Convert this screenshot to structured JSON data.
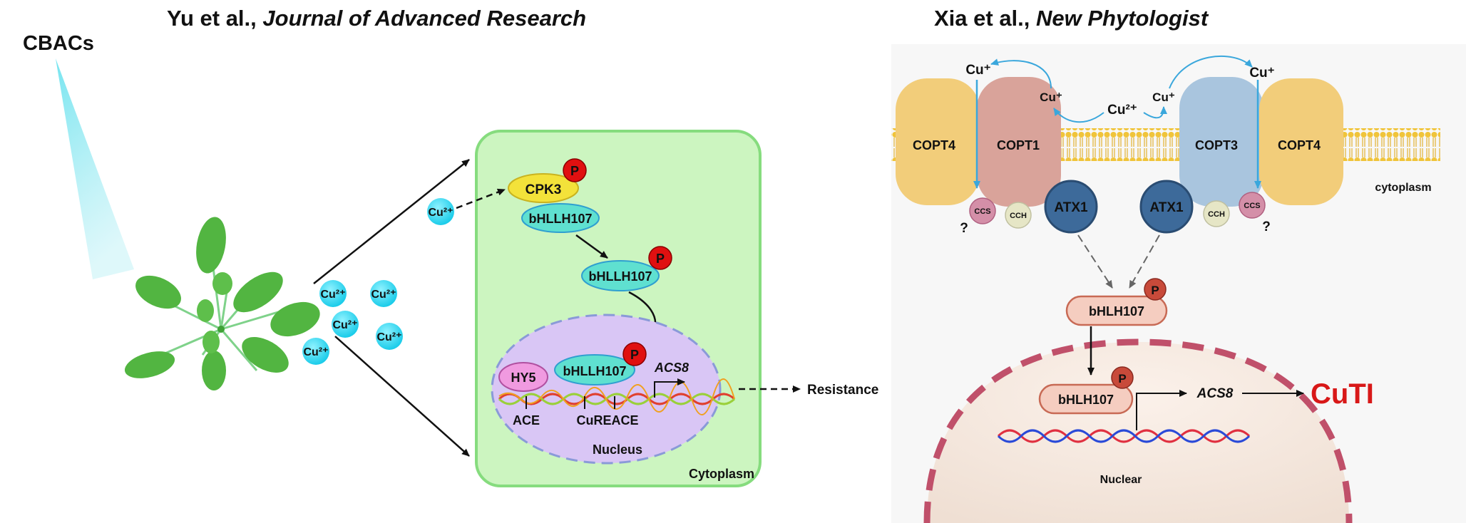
{
  "header_left": {
    "authors": "Yu et al., ",
    "journal": "Journal of Advanced Research"
  },
  "header_right": {
    "authors": "Xia et al., ",
    "journal": "New Phytologist"
  },
  "left_panel": {
    "light_label": "CBACs",
    "cu_ion": "Cu²⁺",
    "cpk3": "CPK3",
    "bhllh107": "bHLLH107",
    "hy5": "HY5",
    "acs8": "ACS8",
    "ace": "ACE",
    "curerace": "CuREACE",
    "nucleus": "Nucleus",
    "cytoplasm": "Cytoplasm",
    "resistance": "Resistance",
    "phospho": "P"
  },
  "right_panel": {
    "cu_plus": "Cu⁺",
    "cu2_plus": "Cu²⁺",
    "copt4": "COPT4",
    "copt1": "COPT1",
    "copt3": "COPT3",
    "atx1": "ATX1",
    "ccs": "CCS",
    "cch": "CCH",
    "question": "?",
    "cytoplasm": "cytoplasm",
    "bhlh107": "bHLH107",
    "acs8": "ACS8",
    "cuti": "CuTI",
    "nuclear": "Nuclear",
    "phospho": "P"
  },
  "colors": {
    "cu_ion": "#18d8f0",
    "cell_fill": "#ccf5c0",
    "nucleus_fill": "#d9c6f5",
    "phospho": "#e01010",
    "cuti": "#d81818",
    "copt4": "#f2cd7a",
    "copt1": "#d9a39a",
    "copt3": "#a9c5de",
    "atx1": "#3d6a9a",
    "membrane": "#f0c43a",
    "bhlh_box": "#f5cdc0"
  }
}
